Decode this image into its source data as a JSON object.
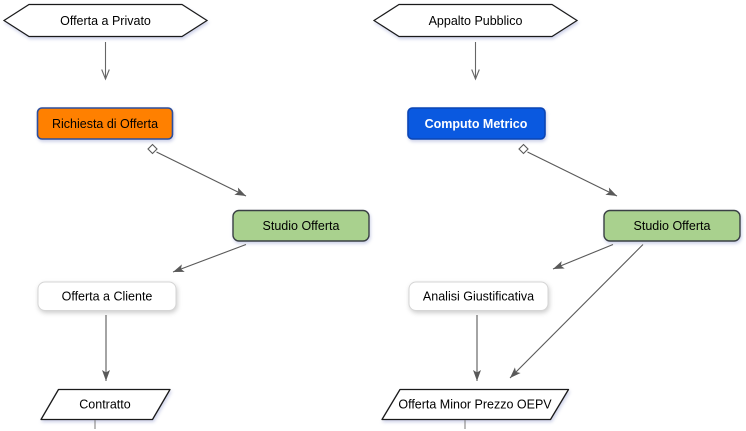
{
  "diagram": {
    "title": "offer process flowchart",
    "colors": {
      "background": "#ffffff",
      "orange_fill": "#ff8000",
      "orange_stroke": "#2d4f9e",
      "blue_fill": "#0a59e0",
      "blue_stroke": "#0b45b4",
      "green_fill": "#a9d18e",
      "green_stroke": "#3a4044",
      "white_fill": "#ffffff",
      "shape_stroke": "#1a1a1a",
      "arrow": "#595959"
    },
    "flows": {
      "private": {
        "start": {
          "label": "Offerta a Privato",
          "shape": "hexagon"
        },
        "request": {
          "label": "Richiesta di Offerta",
          "shape": "rounded-rect"
        },
        "study": {
          "label": "Studio Offerta",
          "shape": "rounded-rect"
        },
        "offer": {
          "label": "Offerta a Cliente",
          "shape": "rounded-rect"
        },
        "end": {
          "label": "Contratto",
          "shape": "parallelogram"
        }
      },
      "public": {
        "start": {
          "label": "Appalto Pubblico",
          "shape": "hexagon"
        },
        "metric": {
          "label": "Computo Metrico",
          "shape": "rounded-rect"
        },
        "study": {
          "label": "Studio Offerta",
          "shape": "rounded-rect"
        },
        "analysis": {
          "label": "Analisi Giustificativa",
          "shape": "rounded-rect"
        },
        "end": {
          "label": "Offerta Minor Prezzo OEPV",
          "shape": "parallelogram"
        }
      }
    }
  }
}
